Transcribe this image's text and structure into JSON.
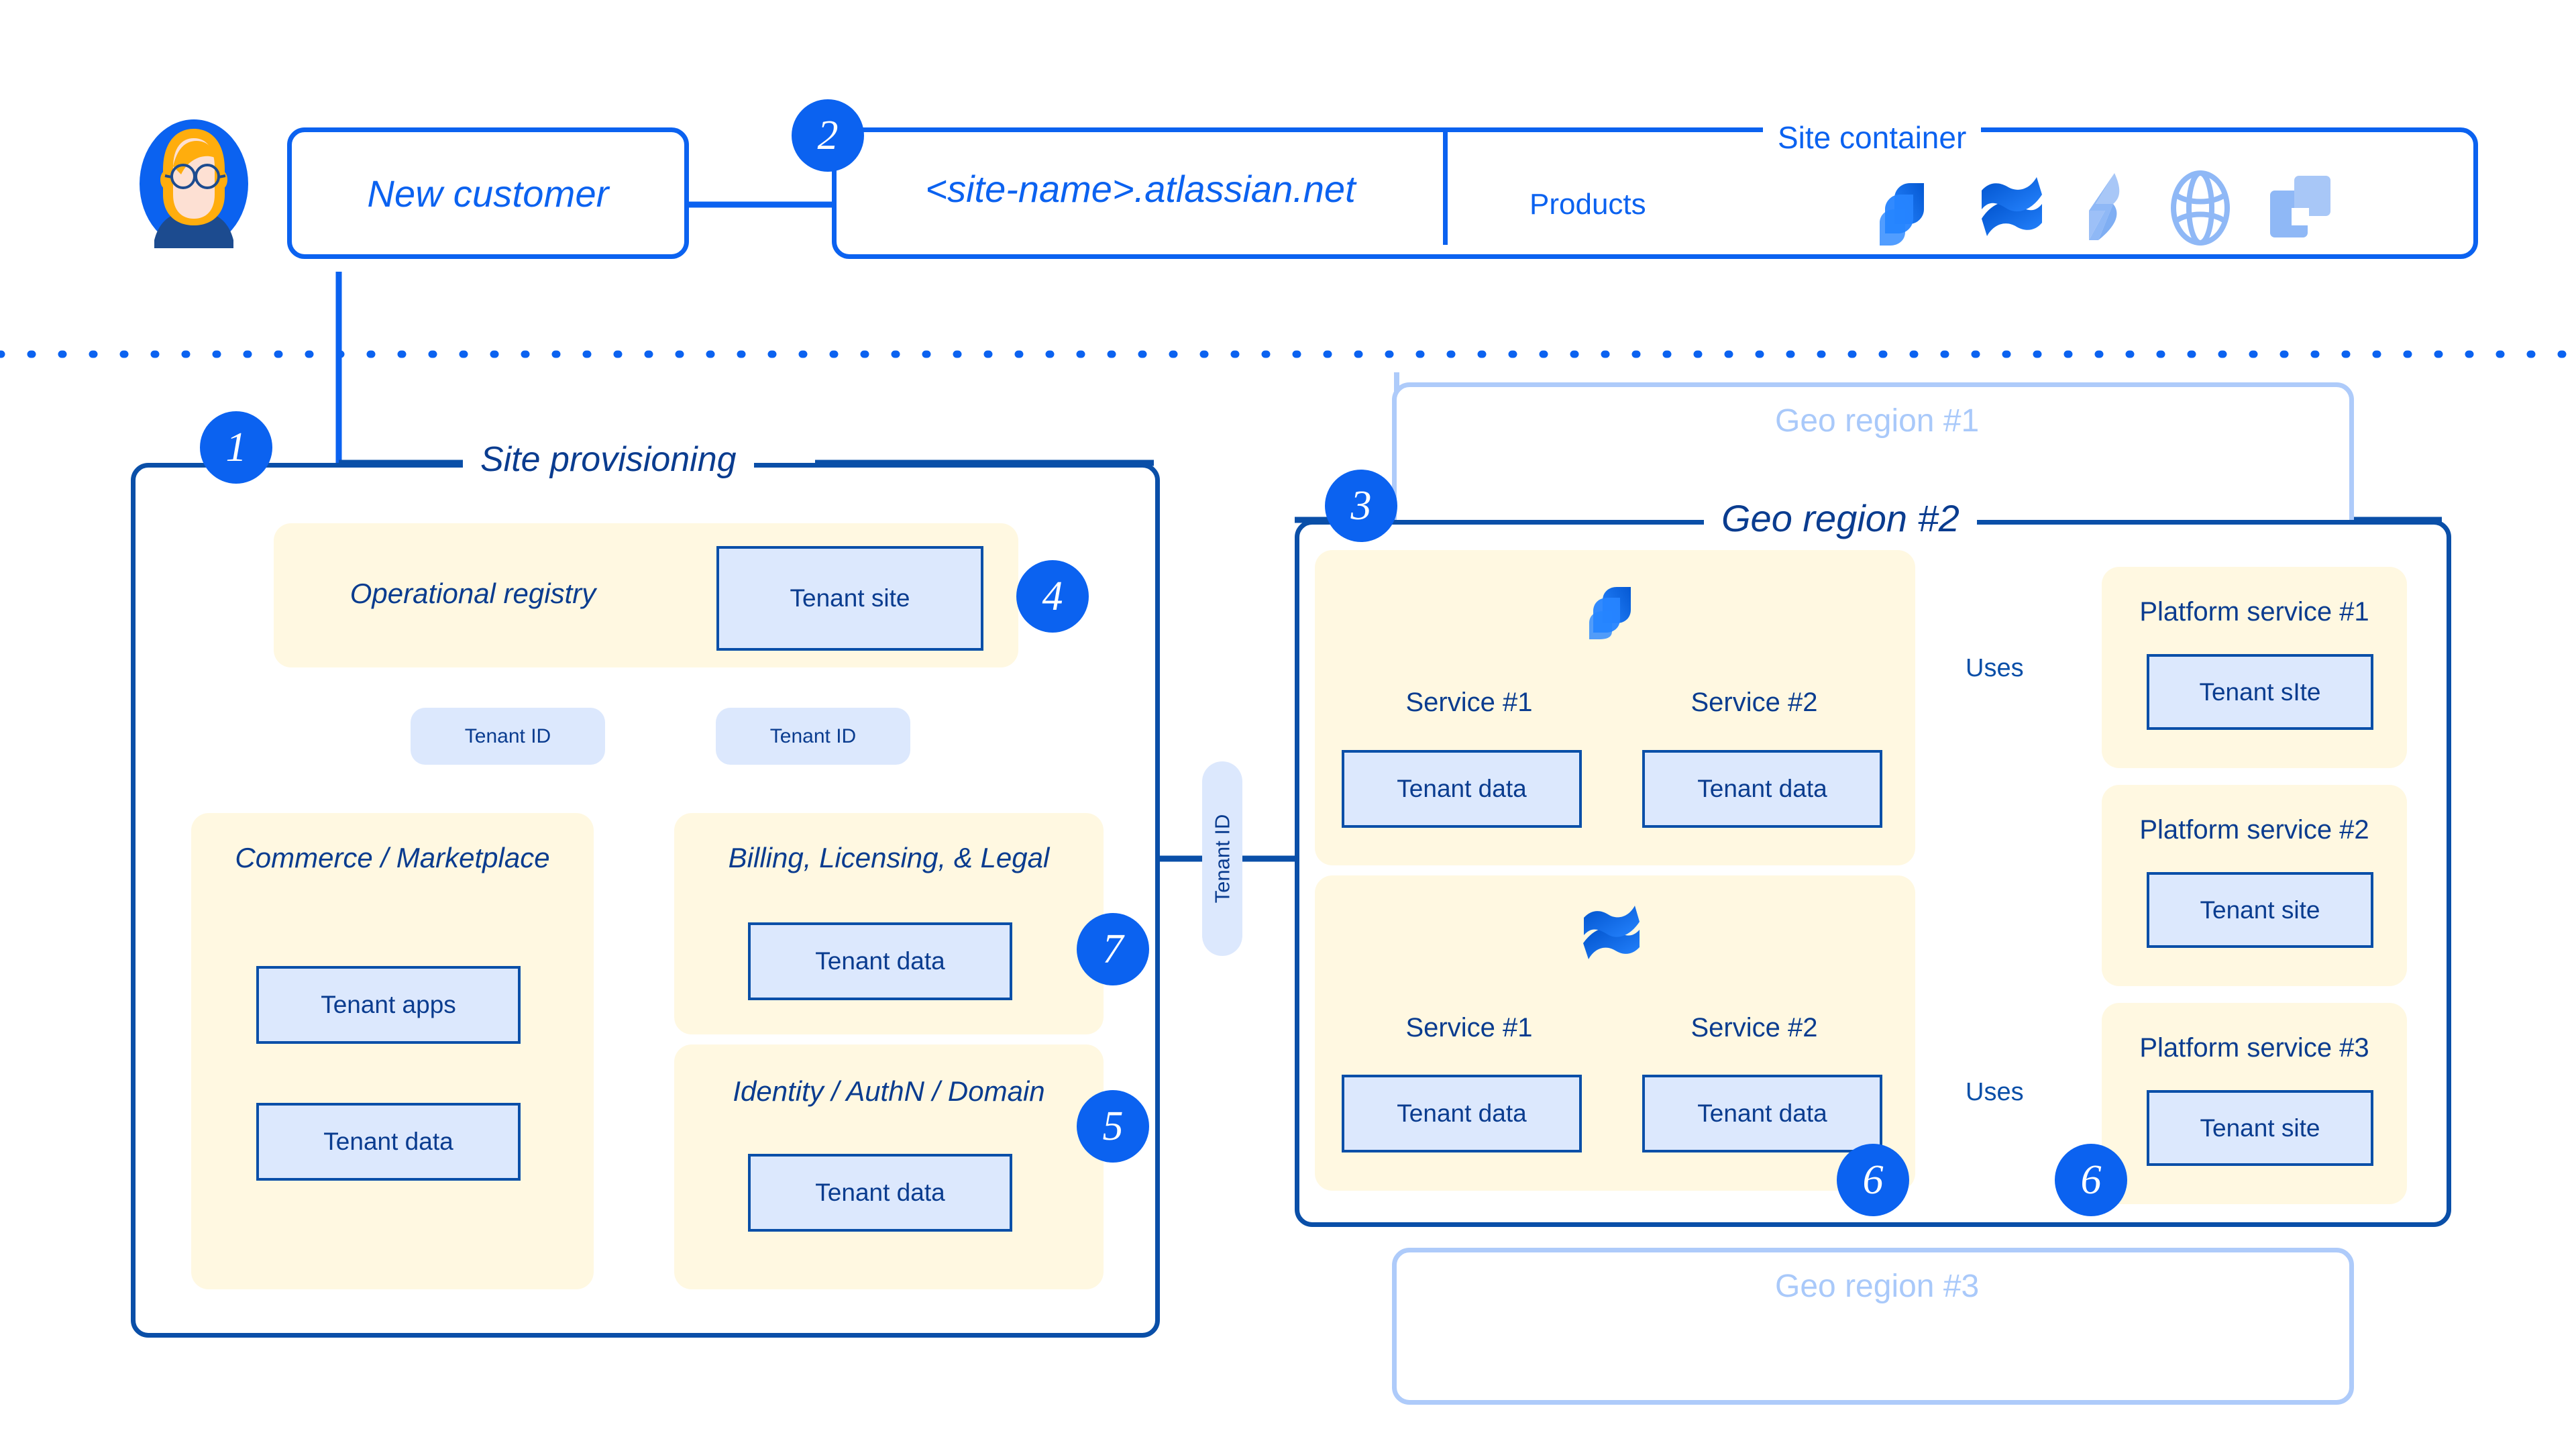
{
  "top": {
    "customer_label": "New customer",
    "site_name_label": "<site-name>.atlassian.net",
    "site_container_label": "Site container",
    "products_label": "Products",
    "product_icons": [
      "jira-icon",
      "confluence-icon",
      "jira-service-management-icon",
      "atlas-icon",
      "bitbucket-icon"
    ]
  },
  "badges": {
    "b1": "1",
    "b2": "2",
    "b3": "3",
    "b4": "4",
    "b5": "5",
    "b6a": "6",
    "b6b": "6",
    "b7": "7"
  },
  "provisioning": {
    "title": "Site provisioning",
    "operational_registry": {
      "title": "Operational registry",
      "chip": "Tenant site"
    },
    "tenant_id_tags": [
      "Tenant ID",
      "Tenant ID"
    ],
    "commerce": {
      "title": "Commerce / Marketplace",
      "chips": [
        "Tenant apps",
        "Tenant data"
      ]
    },
    "billing": {
      "title": "Billing, Licensing, & Legal",
      "chips": [
        "Tenant data"
      ]
    },
    "identity": {
      "title": "Identity / AuthN / Domain",
      "chips": [
        "Tenant data"
      ]
    },
    "connector_tag": "Tenant ID"
  },
  "geo": {
    "region1_title": "Geo region #1",
    "region2_title": "Geo region #2",
    "region3_title": "Geo region #3",
    "product_groups": [
      {
        "icon": "jira-icon",
        "services": [
          {
            "label": "Service #1",
            "chip": "Tenant data"
          },
          {
            "label": "Service #2",
            "chip": "Tenant data"
          }
        ]
      },
      {
        "icon": "confluence-icon",
        "services": [
          {
            "label": "Service #1",
            "chip": "Tenant data"
          },
          {
            "label": "Service #2",
            "chip": "Tenant data"
          }
        ]
      }
    ],
    "uses_labels": [
      "Uses",
      "Uses"
    ],
    "platform_services": [
      {
        "title": "Platform service #1",
        "chip": "Tenant sIte"
      },
      {
        "title": "Platform service #2",
        "chip": "Tenant site"
      },
      {
        "title": "Platform service #3",
        "chip": "Tenant site"
      }
    ]
  },
  "colors": {
    "brand_blue": "#0B62F0",
    "deep_blue": "#0A4FA8",
    "title_blue": "#0A3C8F",
    "cream": "#FFF8E1",
    "chip_fill": "#DCE8FD",
    "ghost_blue": "#AECBFA"
  }
}
